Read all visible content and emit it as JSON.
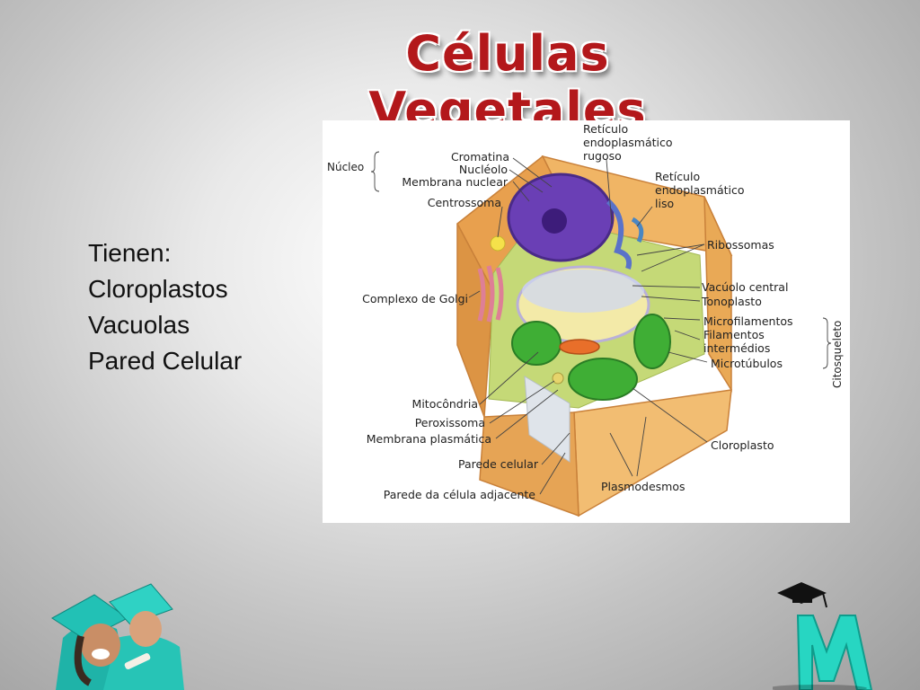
{
  "slide": {
    "title": "Células Vegetales",
    "bullets": [
      "Tienen:",
      "Cloroplastos",
      "Vacuolas",
      "Pared Celular"
    ]
  },
  "diagram": {
    "labels": {
      "nucleo": "Núcleo",
      "cromatina": "Cromatina",
      "nucleolo": "Nucléolo",
      "membrana_nuclear": "Membrana nuclear",
      "centrossoma": "Centrossoma",
      "complexo_golgi": "Complexo de Golgi",
      "mitocondria": "Mitocôndria",
      "peroxissoma": "Peroxissoma",
      "membrana_plasmatica": "Membrana plasmática",
      "parede_celular": "Parede celular",
      "parede_adjacente": "Parede da célula adjacente",
      "reticulo_rugoso": [
        "Retículo",
        "endoplasmático",
        "rugoso"
      ],
      "reticulo_liso": [
        "Retículo",
        "endoplasmático",
        "liso"
      ],
      "ribossomas": "Ribossomas",
      "vacuolo_central": "Vacúolo central",
      "tonoplasto": "Tonoplasto",
      "microfilamentos": "Microfilamentos",
      "filamentos_intermedios": [
        "Filamentos",
        "intermédios"
      ],
      "microtubulos": "Microtúbulos",
      "cloroplasto": "Cloroplasto",
      "plasmodesmos": "Plasmodesmos",
      "citosqueleto": "Citosqueleto"
    }
  },
  "colors": {
    "title": "#b3181b",
    "cell_wall": "#e9a956",
    "nucleus": "#6a3fb5",
    "chloroplast": "#3fae35",
    "vacuole": "#f3eaa8"
  }
}
